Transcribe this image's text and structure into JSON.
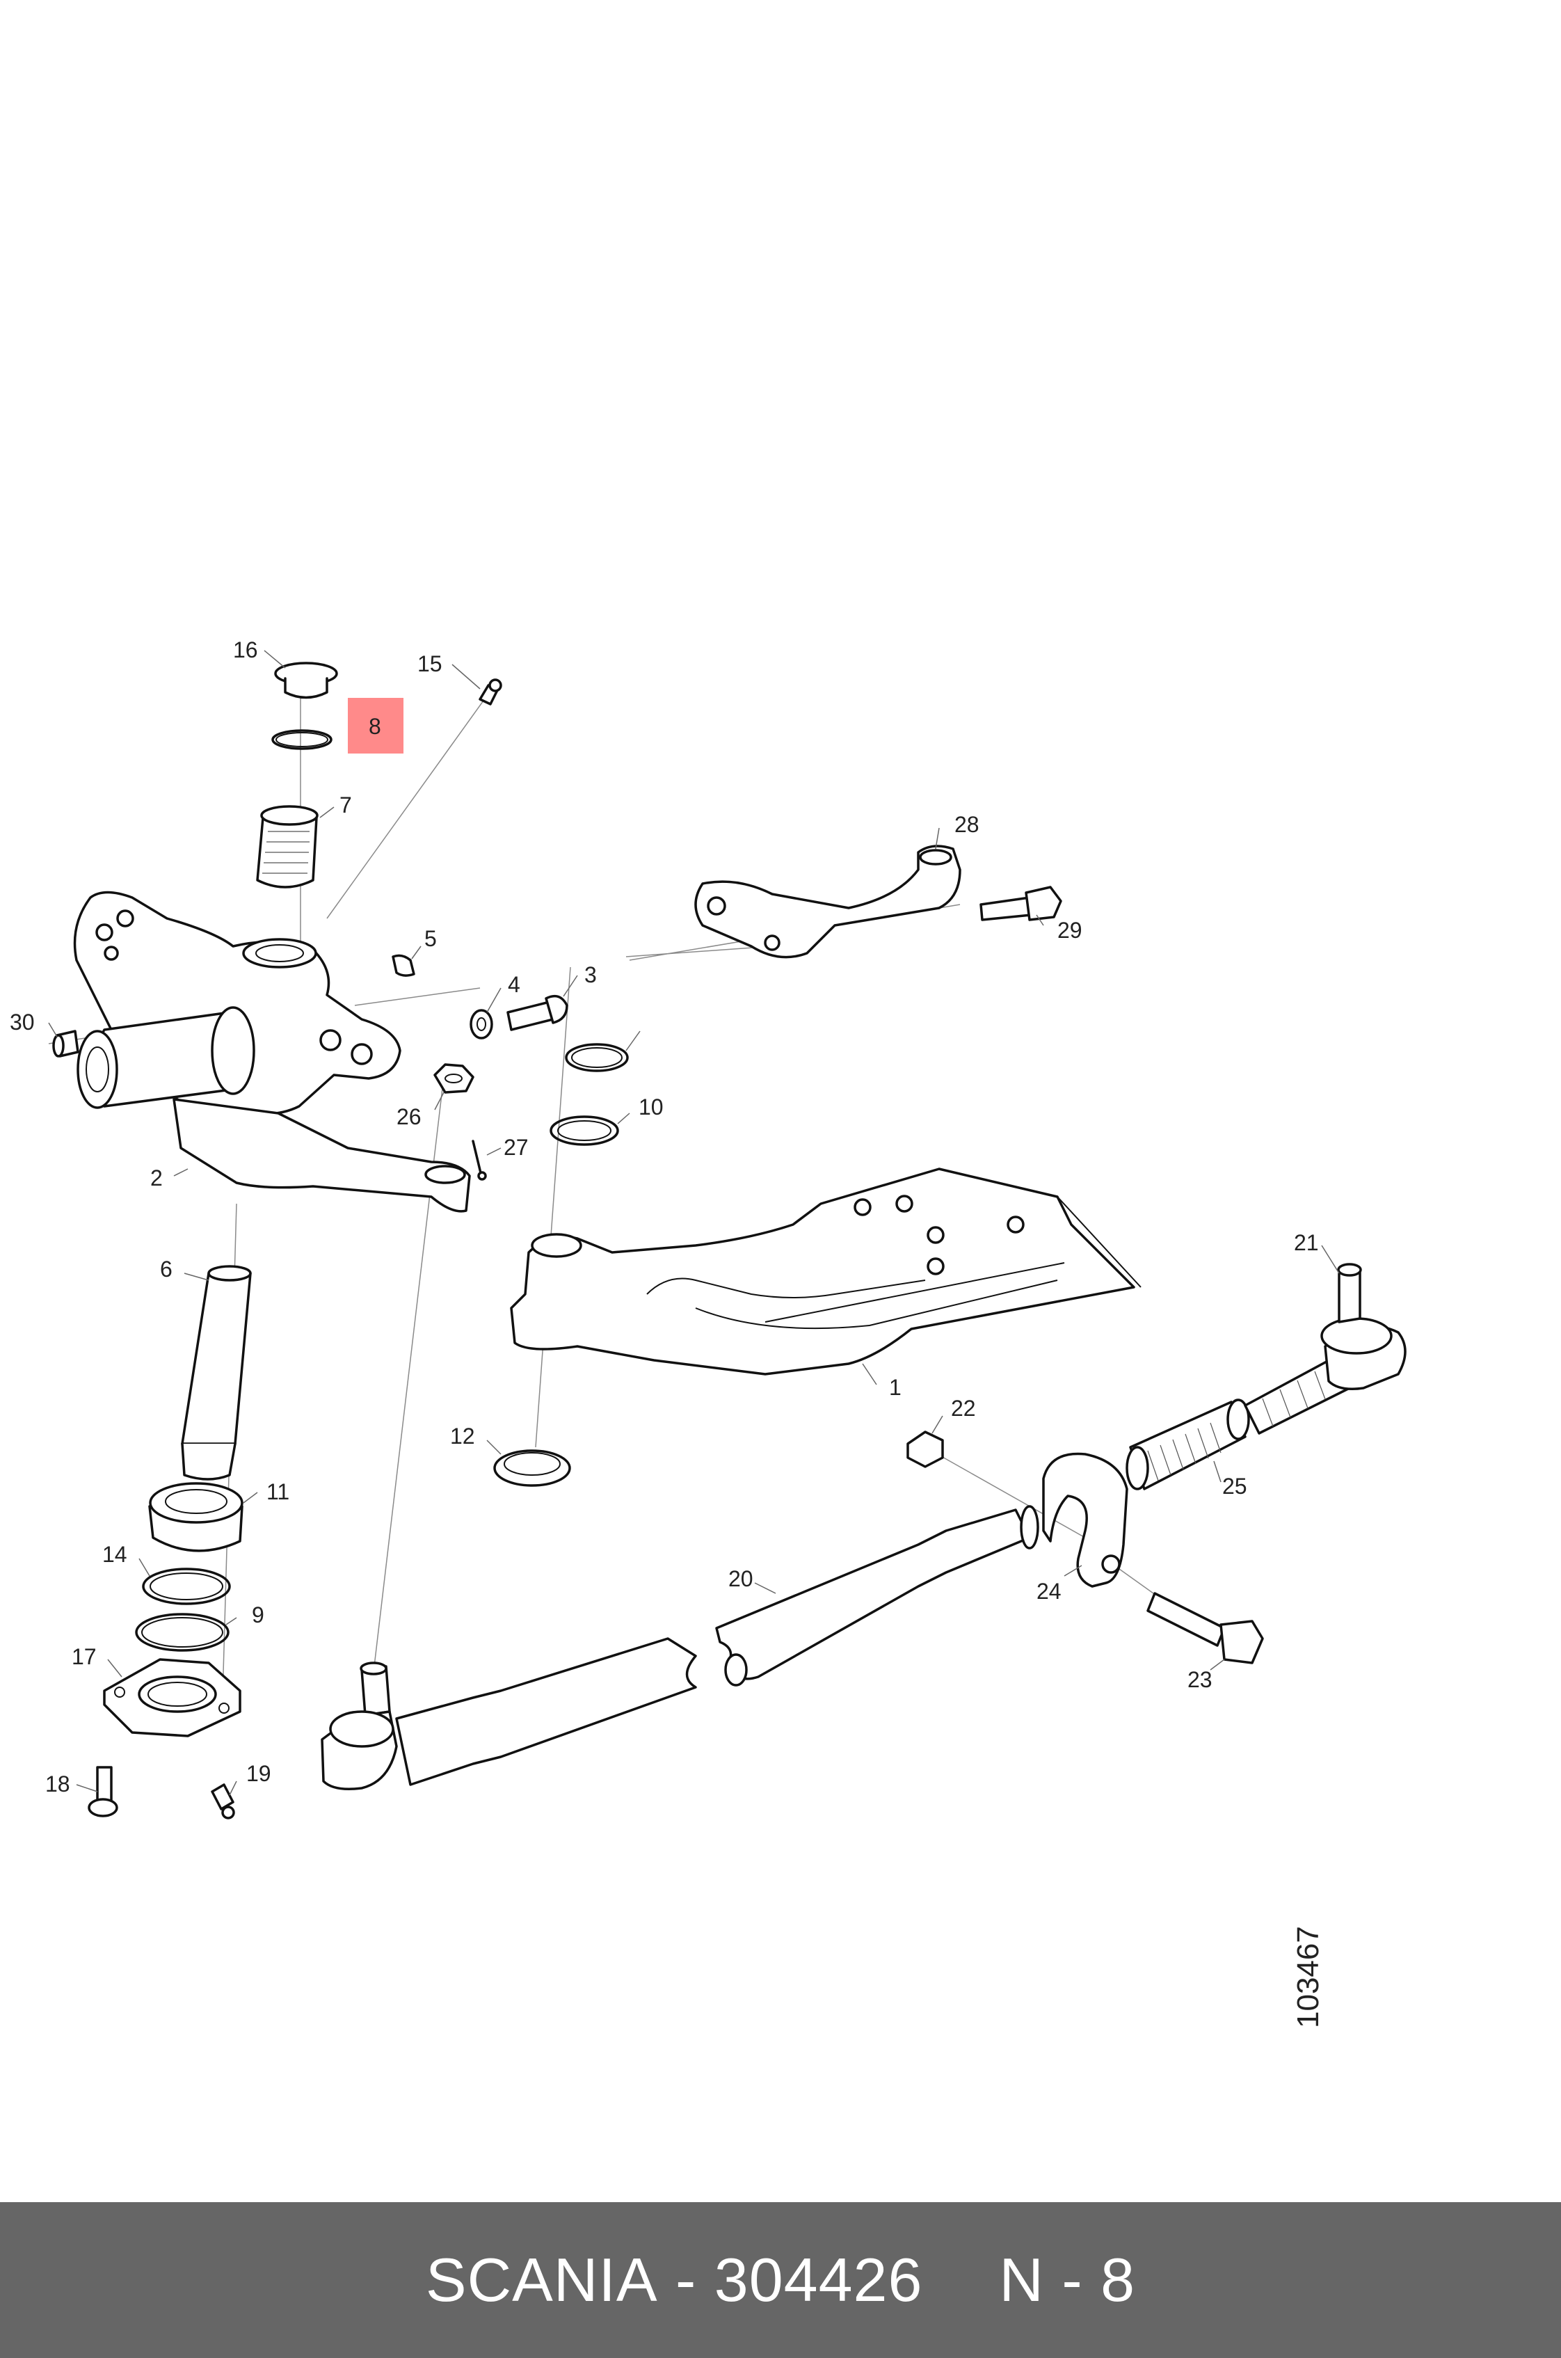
{
  "colors": {
    "highlight": "#ff8a8a",
    "footer_bg": "#666666",
    "footer_text": "#ffffff"
  },
  "diagram": {
    "drawing_number": "103467",
    "highlighted_part": "8",
    "callouts": [
      "1",
      "2",
      "3",
      "4",
      "5",
      "6",
      "7",
      "8",
      "9",
      "10",
      "11",
      "12",
      "14",
      "15",
      "16",
      "17",
      "18",
      "19",
      "20",
      "21",
      "22",
      "23",
      "24",
      "25",
      "26",
      "27",
      "28",
      "29",
      "30"
    ]
  },
  "footer": {
    "brand": "SCANIA",
    "separator": "-",
    "part_number": "304426",
    "position": "N - 8"
  }
}
